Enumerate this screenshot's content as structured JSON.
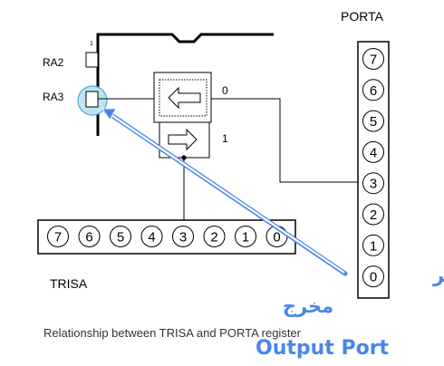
{
  "labels": {
    "porta": "PORTA",
    "trisa": "TRISA",
    "ra2": "RA2",
    "ra3": "RA3",
    "zero": "0",
    "one": "1",
    "pin_one": "1",
    "caption": "Relationship between TRISA and PORTA register"
  },
  "porta_bits": [
    "7",
    "6",
    "5",
    "4",
    "3",
    "2",
    "1",
    "0"
  ],
  "trisa_bits": [
    "7",
    "6",
    "5",
    "4",
    "3",
    "2",
    "1",
    "0"
  ],
  "annotation": {
    "arabic_line1": "فى هذه الحالة البت الثالثة تعتبر",
    "arabic_line2": "مخرج",
    "english": "Output Port",
    "color": "#4a86e8"
  }
}
